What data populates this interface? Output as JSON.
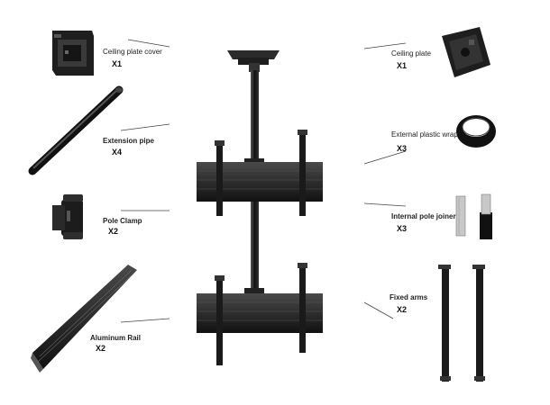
{
  "parts": {
    "ceiling_plate_cover": {
      "name": "Ceiling plate cover",
      "qty": "X1"
    },
    "extension_pipe": {
      "name": "Extension pipe",
      "qty": "X4"
    },
    "pole_clamp": {
      "name": "Pole Clamp",
      "qty": "X2"
    },
    "aluminum_rail": {
      "name": "Aluminum Rail",
      "qty": "X2"
    },
    "ceiling_plate": {
      "name": "Ceiling plate",
      "qty": "X1"
    },
    "external_plastic_wrap": {
      "name": "External plastic wrap",
      "qty": "X3"
    },
    "internal_pole_joiner": {
      "name": "Internal pole joiner",
      "qty": "X3"
    },
    "fixed_arms": {
      "name": "Fixed arms",
      "qty": "X2"
    }
  },
  "colors": {
    "metal": "#1c1c1c",
    "metal_light": "#3a3a3a",
    "leader": "#444444"
  }
}
